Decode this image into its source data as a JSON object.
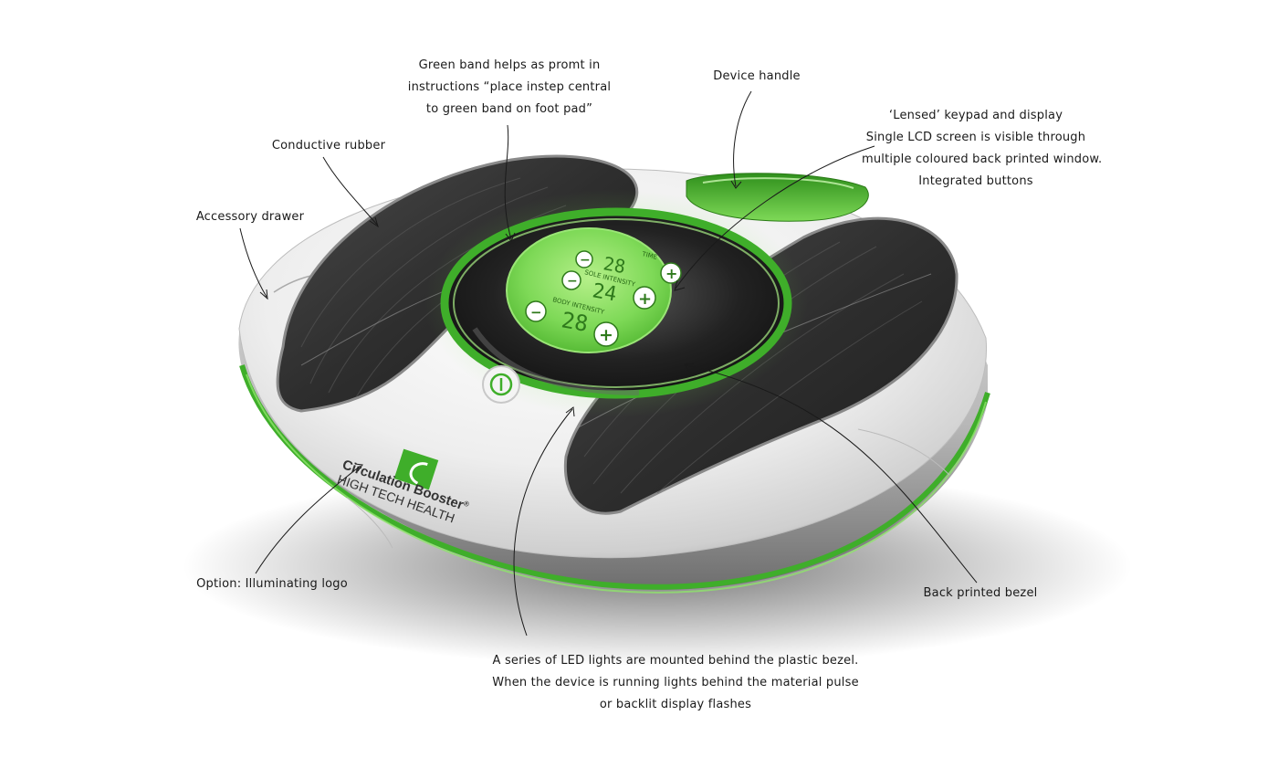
{
  "annotations": {
    "green_band": [
      "Green band helps as promt in",
      "instructions “place instep central",
      "to green band on foot pad”"
    ],
    "device_handle": "Device handle",
    "conductive_rubber": "Conductive rubber",
    "accessory_drawer": "Accessory drawer",
    "lensed_keypad": [
      "‘Lensed’ keypad and display",
      "Single LCD screen is visible through",
      "multiple coloured back  printed window.",
      "Integrated buttons"
    ],
    "illuminating_logo": "Option: Illuminating logo",
    "back_printed_bezel": "Back printed bezel",
    "led_lights": [
      "A series of LED lights are mounted behind the plastic bezel.",
      "When the device is running lights behind the material pulse",
      "or backlit display flashes"
    ]
  },
  "display": {
    "time_label": "TIME",
    "time_value": "28",
    "sole_label": "SOLE INTENSITY",
    "sole_value": "24",
    "body_label": "BODY INTENSITY",
    "body_value": "28",
    "minus_symbol": "−",
    "plus_symbol": "+"
  },
  "branding": {
    "logo_name": "Circulation Booster",
    "logo_registered": "®",
    "logo_tagline": "HIGH TECH HEALTH"
  },
  "colors": {
    "accent_green": "#3fae2a",
    "display_green": "#7ed957",
    "pad_dark": "#2f2f2f",
    "body_white": "#f2f2f2"
  }
}
